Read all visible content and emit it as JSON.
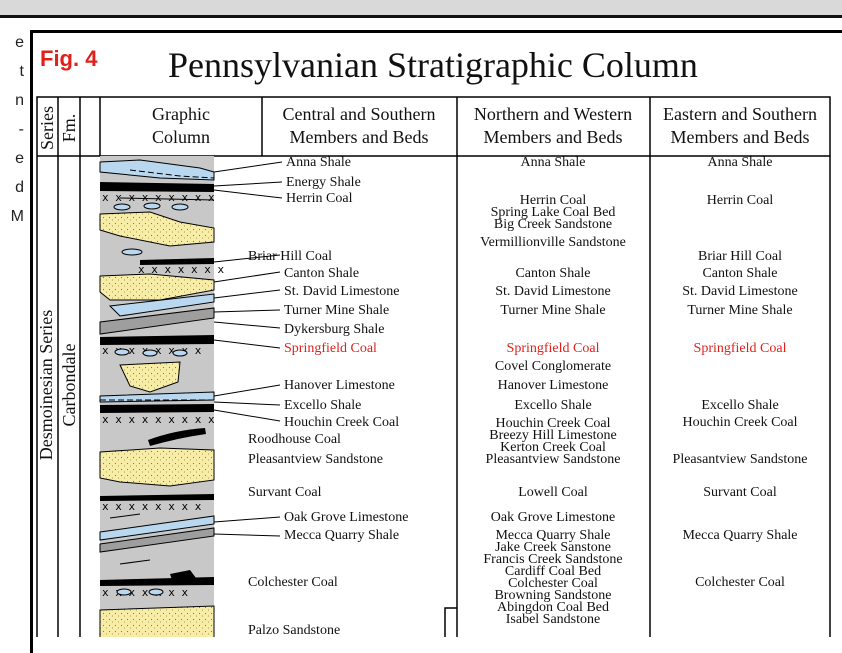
{
  "side_text": [
    "e",
    "t",
    "n",
    "-",
    "e",
    "d",
    "M"
  ],
  "figure": {
    "label": "Fig. 4",
    "title": "Pennsylvanian Stratigraphic Column"
  },
  "headers": {
    "series": "Series",
    "fm": "Fm.",
    "graphic": [
      "Graphic",
      "Column"
    ],
    "central": [
      "Central and Southern",
      "Members and Beds"
    ],
    "northern": [
      "Northern and Western",
      "Members and Beds"
    ],
    "eastern": [
      "Eastern and Southern",
      "Members and Beds"
    ]
  },
  "series_name": "Desmoinesian Series",
  "formation_name": "Carbondale",
  "central_units": [
    {
      "text": "Anna Shale"
    },
    {
      "text": "Energy Shale"
    },
    {
      "text": "Herrin Coal"
    },
    {
      "text": "Briar Hill Coal"
    },
    {
      "text": "Canton Shale"
    },
    {
      "text": "St. David Limestone"
    },
    {
      "text": "Turner Mine Shale"
    },
    {
      "text": "Dykersburg Shale"
    },
    {
      "text": "Springfield Coal",
      "highlight": true
    },
    {
      "text": "Hanover Limestone"
    },
    {
      "text": "Excello Shale"
    },
    {
      "text": "Houchin Creek Coal"
    },
    {
      "text": "Roodhouse Coal"
    },
    {
      "text": "Pleasantview Sandstone"
    },
    {
      "text": "Survant Coal"
    },
    {
      "text": "Oak Grove Limestone"
    },
    {
      "text": "Mecca Quarry Shale"
    },
    {
      "text": "Colchester Coal"
    },
    {
      "text": "Palzo Sandstone"
    }
  ],
  "northern_units": [
    {
      "text": "Anna Shale"
    },
    {
      "text": "Herrin Coal"
    },
    {
      "text": "Spring Lake Coal Bed"
    },
    {
      "text": "Big Creek Sandstone"
    },
    {
      "text": "Vermillionville Sandstone"
    },
    {
      "text": "Canton Shale"
    },
    {
      "text": "St. David Limestone"
    },
    {
      "text": "Turner Mine Shale"
    },
    {
      "text": "Springfield Coal",
      "highlight": true
    },
    {
      "text": "Covel Conglomerate"
    },
    {
      "text": "Hanover Limestone"
    },
    {
      "text": "Excello Shale"
    },
    {
      "text": "Houchin Creek Coal"
    },
    {
      "text": "Breezy Hill Limestone"
    },
    {
      "text": "Kerton Creek Coal"
    },
    {
      "text": "Pleasantview Sandstone"
    },
    {
      "text": "Lowell Coal"
    },
    {
      "text": "Oak Grove Limestone"
    },
    {
      "text": "Mecca Quarry Shale"
    },
    {
      "text": "Jake Creek Sanstone"
    },
    {
      "text": "Francis Creek Sandstone"
    },
    {
      "text": "Cardiff Coal Bed"
    },
    {
      "text": "Colchester Coal"
    },
    {
      "text": "Browning Sandstone"
    },
    {
      "text": "Abingdon Coal Bed"
    },
    {
      "text": "Isabel Sandstone"
    }
  ],
  "eastern_units": [
    {
      "text": "Anna Shale"
    },
    {
      "text": "Herrin Coal"
    },
    {
      "text": "Briar Hill Coal"
    },
    {
      "text": "Canton Shale"
    },
    {
      "text": "St. David Limestone"
    },
    {
      "text": "Turner Mine Shale"
    },
    {
      "text": "Springfield Coal",
      "highlight": true
    },
    {
      "text": "Excello Shale"
    },
    {
      "text": "Houchin Creek Coal"
    },
    {
      "text": "Pleasantview Sandstone"
    },
    {
      "text": "Survant Coal"
    },
    {
      "text": "Mecca Quarry Shale"
    },
    {
      "text": "Colchester Coal"
    }
  ],
  "colors": {
    "highlight": "#e0201b",
    "shale": "#c8c8c8",
    "limestone": "#b9d7ee",
    "sandstone": "#f7eda6",
    "coal": "#000000",
    "background_bar": "#d9d9d9"
  }
}
